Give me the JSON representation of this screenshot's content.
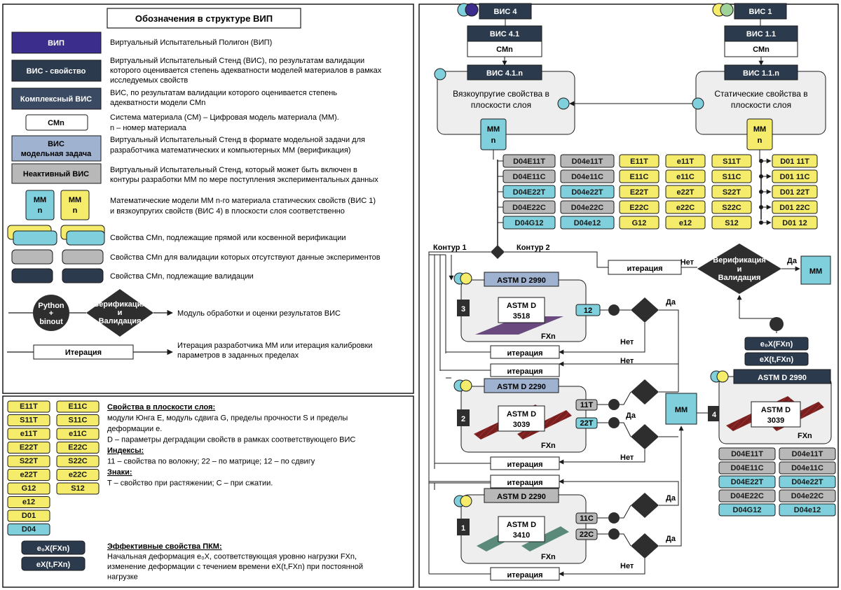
{
  "legend": {
    "title": "Обозначения в структуре ВИП",
    "items": [
      {
        "label": "ВИП",
        "desc": [
          "Виртуальный Испытательный Полигон (ВИП)"
        ]
      },
      {
        "label": "ВИС - свойство",
        "desc": [
          "Виртуальный Испытательный Стенд (ВИС), по результатам валидации",
          "которого оценивается степень адекватности моделей материалов в рамках",
          "исследуемых свойств"
        ]
      },
      {
        "label": "Комплексный ВИС",
        "desc": [
          "ВИС, по результатам валидации которого оценивается степень",
          "адекватности модели СМn"
        ]
      },
      {
        "label": "СМn",
        "desc": [
          "Система материала (СМ) – Цифровая модель материала (ММ).",
          "n – номер материала"
        ]
      },
      {
        "label": [
          "ВИС",
          "модельная задача"
        ],
        "desc": [
          "Виртуальный Испытательный Стенд в формате модельной задачи для",
          "разработчика математических и компьютерных ММ (верификация)"
        ]
      },
      {
        "label": "Неактивный ВИС",
        "desc": [
          "Виртуальный Испытательный Стенд, который может быть включен в",
          "контуры разработки ММ по мере поступления экспериментальных данных"
        ]
      },
      {
        "label": [
          "ММ",
          "n"
        ],
        "desc": [
          "Математические модели ММ n-го материала статических свойств (ВИС 1)",
          "и вязкоупругих свойств (ВИС 4) в плоскости слоя соответственно"
        ]
      },
      {
        "label": "",
        "desc": [
          "Свойства СМn, подлежащие прямой или косвенной верификации"
        ]
      },
      {
        "label": "",
        "desc": [
          "Свойства СМn для валидации которых отсутствуют данные экспериментов"
        ]
      },
      {
        "label": "",
        "desc": [
          "Свойства СМn, подлежащие валидации"
        ]
      },
      {
        "label": [
          "Python",
          "+",
          "binout"
        ],
        "label2": [
          "Верификация",
          "и",
          "Валидация"
        ],
        "desc": [
          "Модуль обработки и оценки результатов ВИС"
        ]
      },
      {
        "label": "Итерация",
        "desc": [
          "Итерация разработчика ММ или итерация калибровки",
          "параметров в заданных пределах"
        ]
      }
    ]
  },
  "props": {
    "col1": [
      "E11T",
      "S11T",
      "e11T",
      "E22T",
      "S22T",
      "e22T",
      "G12",
      "e12",
      "D01",
      "D04"
    ],
    "col2": [
      "E11C",
      "S11C",
      "e11C",
      "E22C",
      "S22C",
      "e22C",
      "S12"
    ],
    "text": [
      {
        "t": "Свойства в плоскости слоя:",
        "h": true
      },
      {
        "t": "модули Юнга E, модуль сдвига G, пределы прочности S и пределы"
      },
      {
        "t": "деформации e."
      },
      {
        "t": "D – параметры деградации свойств в рамках соответствующего ВИС"
      },
      {
        "t": "Индексы:",
        "h": true
      },
      {
        "t": "11 – свойства по волокну; 22 – по матрице; 12 – по сдвигу"
      },
      {
        "t": "Знаки:",
        "h": true
      },
      {
        "t": "T – свойство при растяжении; C – при сжатии."
      }
    ],
    "eff_boxes": [
      "e₀X(FXn)",
      "eX(t,FXn)"
    ],
    "eff_text": [
      {
        "t": "Эффективные свойства ПКМ:",
        "h": true
      },
      {
        "t": "Начальная деформация e₀X, соответствующая уровню нагрузки FXn,"
      },
      {
        "t": "изменение деформации с течением времени eX(t,FXn) при постоянной"
      },
      {
        "t": "нагрузке"
      }
    ]
  },
  "diagram": {
    "vis4": "ВИС 4",
    "vis41": "ВИС 4.1",
    "smn": "СМn",
    "vis41n": "ВИС 4.1.n",
    "vis1": "ВИС 1",
    "vis11": "ВИС 1.1",
    "vis11n": "ВИС 1.1.n",
    "visco_text": [
      "Вязкоупругие свойства в",
      "плоскости слоя"
    ],
    "static_text": [
      "Статические свойства в",
      "плоскости слоя"
    ],
    "mm_n": [
      "ММ",
      "n"
    ],
    "grid": [
      [
        "D04E11T",
        "D04e11T",
        "E11T",
        "e11T",
        "S11T",
        "D01 11T"
      ],
      [
        "D04E11C",
        "D04e11C",
        "E11C",
        "e11C",
        "S11C",
        "D01 11C"
      ],
      [
        "D04E22T",
        "D04e22T",
        "E22T",
        "e22T",
        "S22T",
        "D01 22T"
      ],
      [
        "D04E22C",
        "D04e22C",
        "E22C",
        "e22C",
        "S22C",
        "D01 22C"
      ],
      [
        "D04G12",
        "D04e12",
        "G12",
        "e12",
        "S12",
        "D01 12"
      ]
    ],
    "kontur1": "Контур 1",
    "kontur2": "Контур 2",
    "iteration": "итерация",
    "net": "Нет",
    "da": "Да",
    "verif": [
      "Верификация",
      "и",
      "Валидация"
    ],
    "mm": "ММ",
    "astm2990": "ASTM D 2990",
    "astm2290": "ASTM D 2290",
    "astm3518": [
      "ASTM D",
      "3518"
    ],
    "astm3039": [
      "ASTM D",
      "3039"
    ],
    "astm3410": [
      "ASTM D",
      "3410"
    ],
    "fxn": "FXn",
    "n1": "1",
    "n2": "2",
    "n3": "3",
    "n4": "4",
    "t12": "12",
    "t11t": "11T",
    "t22t": "22T",
    "t11c": "11C",
    "t22c": "22C",
    "eff1": "e₀X(FXn)",
    "eff2": "eX(t,FXn)",
    "bottom_grid": [
      [
        "D04E11T",
        "D04e11T"
      ],
      [
        "D04E11C",
        "D04e11C"
      ],
      [
        "D04E22T",
        "D04e22T"
      ],
      [
        "D04E22C",
        "D04e22C"
      ],
      [
        "D04G12",
        "D04e12"
      ]
    ]
  }
}
